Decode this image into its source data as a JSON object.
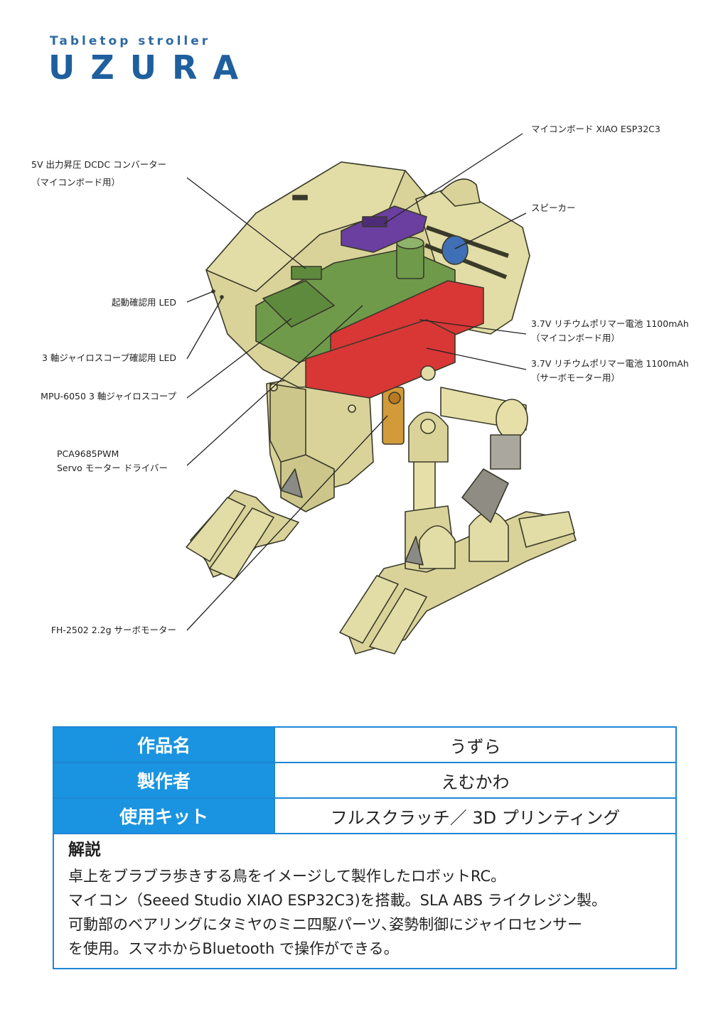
{
  "logo": {
    "subtitle": "Tabletop stroller",
    "name": "UZURA"
  },
  "callouts": {
    "left": [
      {
        "id": "dcdc",
        "lines": [
          "5V 出力昇圧 DCDC コンバーター",
          "（マイコンボード用）"
        ]
      },
      {
        "id": "led-start",
        "lines": [
          "起動確認用 LED"
        ]
      },
      {
        "id": "led-gyro",
        "lines": [
          "3 軸ジャイロスコープ確認用 LED"
        ]
      },
      {
        "id": "mpu",
        "lines": [
          "MPU-6050  3 軸ジャイロスコープ"
        ]
      },
      {
        "id": "pca",
        "lines": [
          "PCA9685PWM",
          "Servo モーター ドライバー"
        ]
      },
      {
        "id": "servo",
        "lines": [
          "FH-2502 2.2g サーボモーター"
        ]
      }
    ],
    "right": [
      {
        "id": "xiao",
        "lines": [
          "マイコンボード XIAO ESP32C3"
        ]
      },
      {
        "id": "speaker",
        "lines": [
          "スピーカー"
        ]
      },
      {
        "id": "battery1",
        "lines": [
          "3.7V リチウムポリマー電池 1100mAh",
          "（マイコンボード用）"
        ]
      },
      {
        "id": "battery2",
        "lines": [
          "3.7V リチウムポリマー電池 1100mAh",
          "（サーボモーター用）"
        ]
      }
    ]
  },
  "info_table": {
    "rows": [
      {
        "key": "作品名",
        "value": "うずら"
      },
      {
        "key": "製作者",
        "value": "えむかわ"
      },
      {
        "key": "使用キット",
        "value": "フルスクラッチ／ 3D プリンティング"
      }
    ],
    "description": {
      "heading": "解説",
      "lines": [
        "卓上をブラブラ歩きする鳥をイメージして製作したロボットRC。",
        "マイコン（Seeed Studio XIAO ESP32C3)を搭載。SLA ABS ライクレジン製。",
        "可動部のベアリングにタミヤのミニ四駆パーツ､姿勢制御にジャイロセンサー",
        "を使用。スマホからBluetooth で操作ができる。"
      ]
    }
  },
  "colors": {
    "accent_blue": "#1a94e0",
    "logo_blue": "#1f5f9e",
    "body_tan": "#d9d39a",
    "pcb_green": "#6f9a4a",
    "battery_red": "#d93636",
    "board_purple": "#6a3fa0",
    "speaker_blue": "#3f6fb5"
  }
}
